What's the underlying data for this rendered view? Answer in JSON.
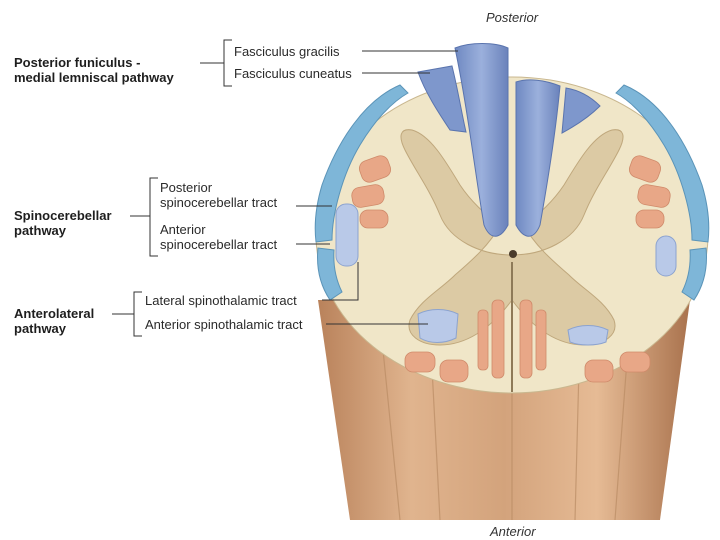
{
  "orientation": {
    "top": "Posterior",
    "bottom": "Anterior"
  },
  "groups": [
    {
      "lines": [
        "Posterior funiculus -",
        "medial lemniscal pathway"
      ]
    },
    {
      "lines": [
        "Spinocerebellar",
        "pathway"
      ]
    },
    {
      "lines": [
        "Anterolateral",
        "pathway"
      ]
    }
  ],
  "labels": {
    "gracilis": [
      "Fasciculus gracilis"
    ],
    "cuneatus": [
      "Fasciculus cuneatus"
    ],
    "post_spinocerebellar": [
      "Posterior",
      "spinocerebellar tract"
    ],
    "ant_spinocerebellar": [
      "Anterior",
      "spinocerebellar tract"
    ],
    "lat_spinothalamic": [
      "Lateral spinothalamic tract"
    ],
    "ant_spinothalamic": [
      "Anterior spinothalamic tract"
    ]
  },
  "colors": {
    "white_matter": "#f0e6c8",
    "gray_matter": "#dccaa4",
    "posterior_column": "#7e97cc",
    "spinocerebellar": "#7eb6d8",
    "spinothalamic": "#b9c9e8",
    "motor_tracts": "#e8a787",
    "stump": "#d4a27a"
  }
}
